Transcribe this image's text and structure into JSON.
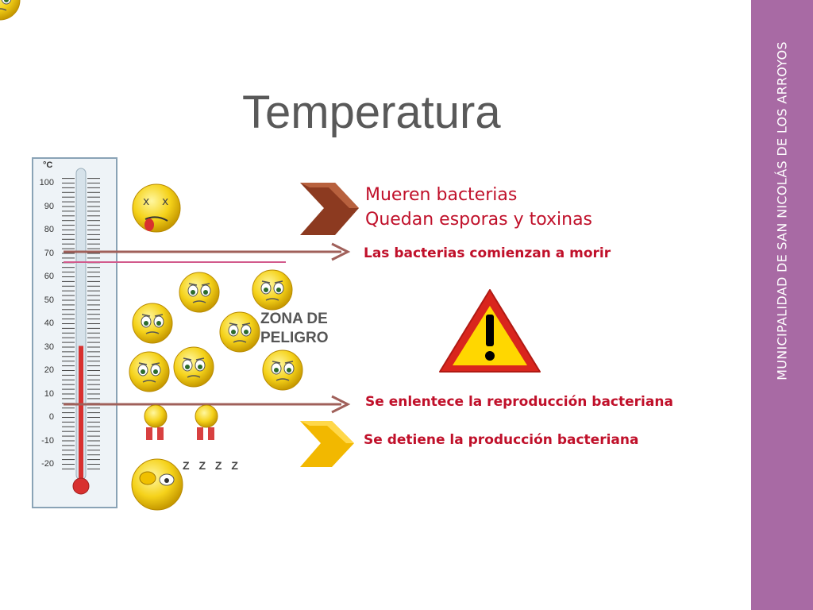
{
  "slide": {
    "title": "Temperatura",
    "sidebar_text": "MUNICIPALIDAD DE SAN NICOLÁS DE LOS ARROYOS",
    "thermometer": {
      "unit": "°C",
      "scale": [
        "100",
        "90",
        "80",
        "70",
        "60",
        "50",
        "40",
        "30",
        "20",
        "10",
        "0",
        "-10",
        "-20"
      ],
      "reading_celsius": 30
    },
    "danger_zone": {
      "line1": "ZONA DE",
      "line2": "PELIGRO"
    },
    "sleep_text": "Z Z Z Z",
    "notes": {
      "mueren_line1": "Mueren bacterias",
      "mueren_line2": "Quedan esporas y toxinas",
      "comienzan": "Las bacterias comienzan a morir",
      "enlentece": "Se enlentece la reproducción bacteriana",
      "detiene": "Se detiene la producción bacteriana"
    },
    "icons": {
      "warning": "warning-icon",
      "arrow_hot": "chevron-right-icon",
      "arrow_cold": "chevron-right-icon"
    },
    "colors": {
      "sidebar": "#a86aa4",
      "note_text": "#c0102a",
      "warning_red": "#d9251d",
      "warning_yellow": "#ffd700",
      "mercury": "#d8302f"
    }
  }
}
